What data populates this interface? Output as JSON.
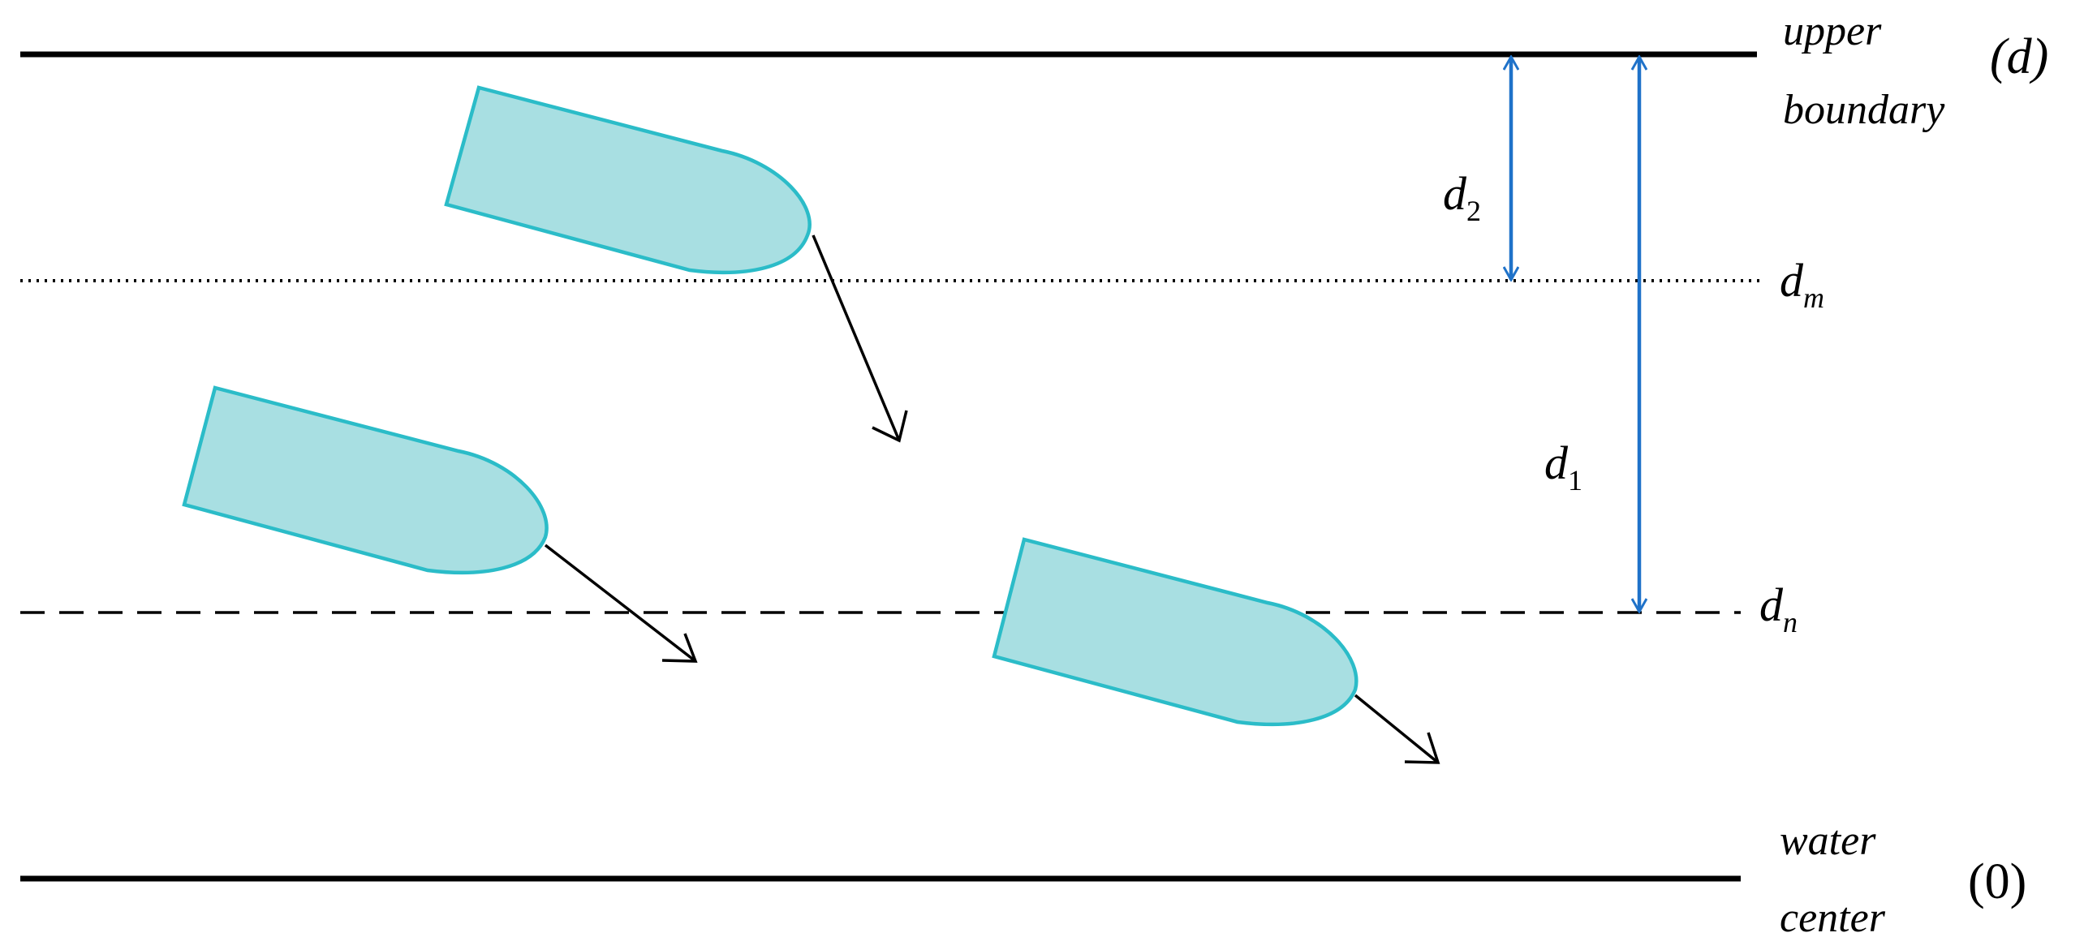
{
  "labels": {
    "upper_line1": "upper",
    "upper_line2": "boundary",
    "upper_value": "(d)",
    "water_line1": "water",
    "water_line2": "center",
    "water_value": "(0)",
    "dm": {
      "base": "d",
      "sub": "m"
    },
    "dn": {
      "base": "d",
      "sub": "n"
    },
    "d1": {
      "base": "d",
      "sub": "1"
    },
    "d2": {
      "base": "d",
      "sub": "2"
    }
  },
  "colors": {
    "ship_fill": "#a8dfe2",
    "ship_stroke": "#2bbcc8",
    "arrow_blue": "#1f72c9",
    "line": "#000000"
  }
}
